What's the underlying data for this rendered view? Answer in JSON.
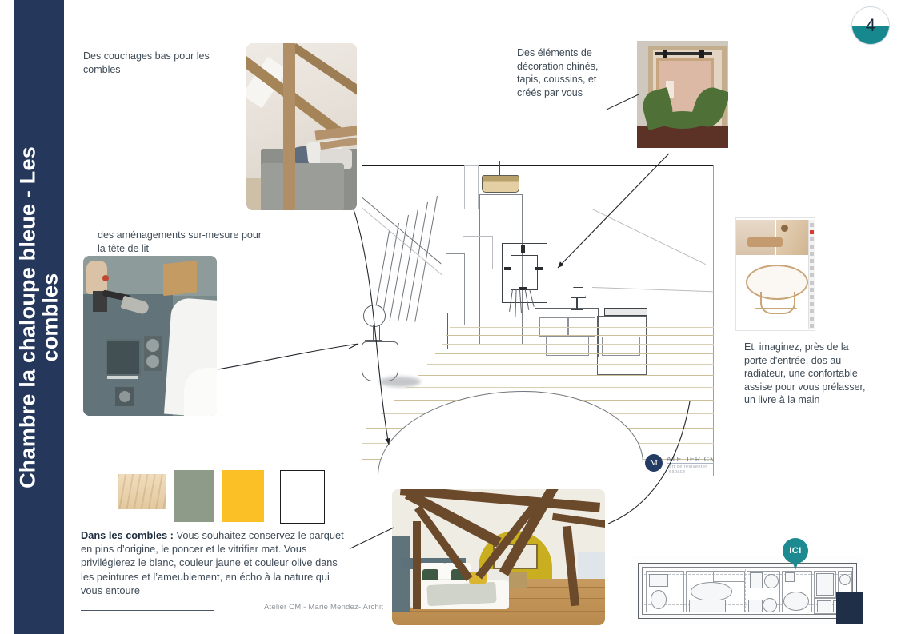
{
  "slide": {
    "number": "4",
    "title_line1": "Chambre  la chaloupe bleue - Les",
    "title_line2": "combles",
    "footer": "Atelier CM - Marie Mendez- Archit"
  },
  "notes": {
    "top_left": "Des couchages bas pour les combles",
    "top_right": "Des éléments de décoration chinés, tapis, coussins, et créés par vous",
    "mid_left": "des aménagements sur-mesure pour la tête de lit",
    "right": "Et, imaginez, près de la porte d'entrée, dos au radiateur, une confortable assise pour vous prélasser, un livre à la main",
    "bottom_label": "Dans les combles :",
    "bottom_body": " Vous souhaitez conservez le parquet en pins d’origine, le poncer et le vitrifier mat. Vous privilégierez le blanc, couleur jaune et couleur olive dans les peintures et l’ameublement, en écho à la nature qui vous entoure"
  },
  "watermark": {
    "monogram": "M",
    "name": "ATELIER CM",
    "tagline": "l'art de réinventer l'espace"
  },
  "floorplan": {
    "marker_label": "ICI"
  },
  "swatches": [
    {
      "name": "pine-wood",
      "label": "pin",
      "color": "#e3c99f"
    },
    {
      "name": "olive",
      "label": "olive",
      "color": "#8e9b89"
    },
    {
      "name": "yellow",
      "label": "jaune",
      "color": "#fcc027"
    },
    {
      "name": "white",
      "label": "blanc",
      "color": "#ffffff"
    }
  ],
  "photos": {
    "attic_bedroom_top": "attic-bedroom-beams-photo",
    "decorated_window": "decorated-window-greenery-photo",
    "headboard": "custom-headboard-photo",
    "papasan": "papasan-chair-listing-photo",
    "attic_bedroom_bottom": "attic-bedroom-yellow-wall-photo",
    "perspective_sketch": "interior-perspective-sketch"
  },
  "colors": {
    "sidebar": "#25385c",
    "badge_teal": "#17888e",
    "pin_teal": "#1d8a91",
    "text": "#3e4a55"
  }
}
